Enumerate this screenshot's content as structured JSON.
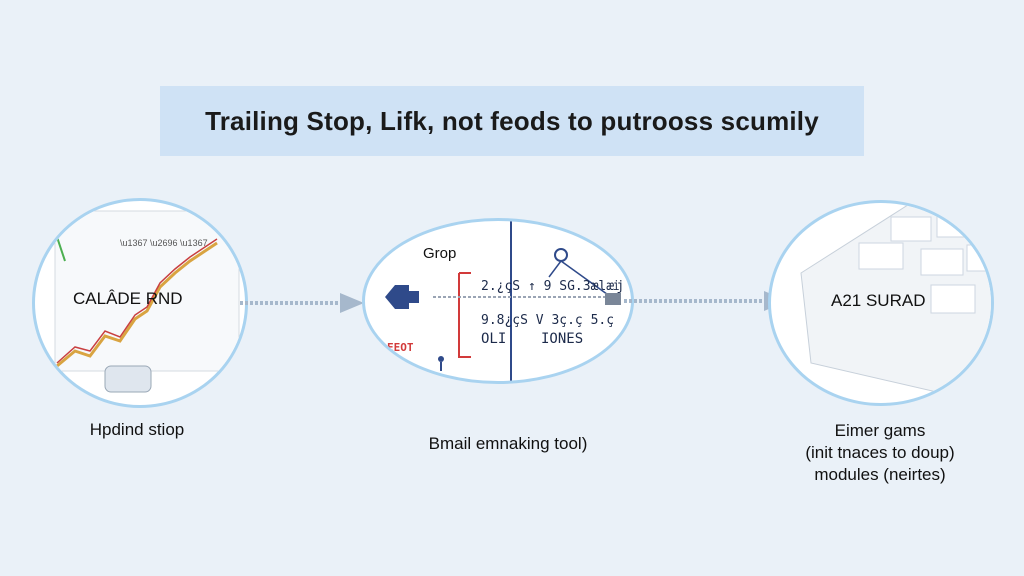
{
  "title": "Trailing Stop, Lifk, not feods to putrooss scumily",
  "circles": {
    "left": {
      "label": "CALÂDE RND",
      "caption": "Hpdind stiop"
    },
    "middle": {
      "label_top": "Grop",
      "line1": "2.¿çS ↑ 9 SG.3ælæĳ",
      "line2": "9.8¿çS V 3ç.ç 5.ç",
      "label_left": "OLI",
      "label_right": "IONES",
      "red_text": "EEOT",
      "caption": "Bmail emnaking tool)"
    },
    "right": {
      "label": "A21 SURAD",
      "caption_lines": [
        "Eimer gams",
        "(init tnaces to doup)",
        "modules (neirtes)"
      ]
    }
  },
  "colors": {
    "circle_border": "#a9d3f0",
    "banner": "#cfe2f5",
    "accent_red": "#d23a3a",
    "accent_blue": "#2f4a8a"
  }
}
